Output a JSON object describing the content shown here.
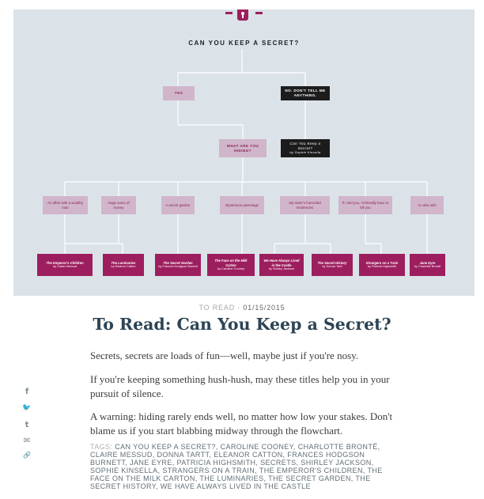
{
  "flowchart": {
    "question": "CAN YOU KEEP A SECRET?",
    "yes": "YES",
    "no": "NO. DON'T TELL ME ANYTHING.",
    "no_book": {
      "title": "Can You Keep a Secret?",
      "author": "by Sophie Kinsella"
    },
    "hiding": "WHAT ARE YOU HIDING?",
    "secrets": [
      "An affair with a wealthy man",
      "Huge sums of money",
      "A secret garden",
      "Mysterious parentage",
      "My sister's homicidal tendencies",
      "If I told you, I'd literally have to kill you",
      "An attic wife"
    ],
    "books": [
      {
        "title": "The Emperor's Children",
        "author": "by Claire Messud"
      },
      {
        "title": "The Luminaries",
        "author": "by Eleanor Catton"
      },
      {
        "title": "The Secret Garden",
        "author": "by Frances Hodgson Burnett"
      },
      {
        "title": "The Face on the Milk Carton",
        "author": "by Caroline Cooney"
      },
      {
        "title": "We Have Always Lived in the Castle",
        "author": "by Shirley Jackson"
      },
      {
        "title": "The Secret History",
        "author": "by Donna Tartt"
      },
      {
        "title": "Strangers on a Train",
        "author": "by Patricia Highsmith"
      },
      {
        "title": "Jane Eyre",
        "author": "by Charlotte Brontë"
      }
    ],
    "colors": {
      "background": "#dbe3e9",
      "light_node": "#d1b5cb",
      "book_node": "#9d1e5e",
      "dark_node": "#1c1c1c"
    }
  },
  "post": {
    "category": "TO READ",
    "separator": " · ",
    "date": "01/15/2015",
    "title": "To Read: Can You Keep a Secret?",
    "paragraphs": [
      "Secrets, secrets are loads of fun—well, maybe just if you're nosy.",
      "If you're keeping something hush-hush, may these titles help you in your pursuit of silence.",
      "A warning: hiding rarely ends well, no matter how low your stakes. Don't blame us if you start blabbing midway through the flowchart."
    ],
    "tags_label": "TAGS:",
    "tags": "CAN YOU KEEP A SECRET?, CAROLINE COONEY, CHARLOTTE BRONTË, CLAIRE MESSUD, DONNA TARTT, ELEANOR CATTON, FRANCES HODGSON BURNETT, JANE EYRE, PATRICIA HIGHSMITH, SECRETS, SHIRLEY JACKSON, SOPHIE KINSELLA, STRANGERS ON A TRAIN, THE EMPEROR'S CHILDREN, THE FACE ON THE MILK CARTON, THE LUMINARIES, THE SECRET GARDEN, THE SECRET HISTORY, WE HAVE ALWAYS LIVED IN THE CASTLE"
  },
  "share": [
    {
      "icon": "facebook-icon",
      "glyph": "f"
    },
    {
      "icon": "twitter-icon",
      "glyph": "🐦"
    },
    {
      "icon": "tumblr-icon",
      "glyph": "t"
    },
    {
      "icon": "email-icon",
      "glyph": "✉"
    },
    {
      "icon": "link-icon",
      "glyph": "🔗"
    }
  ],
  "accent": "#2d4454"
}
